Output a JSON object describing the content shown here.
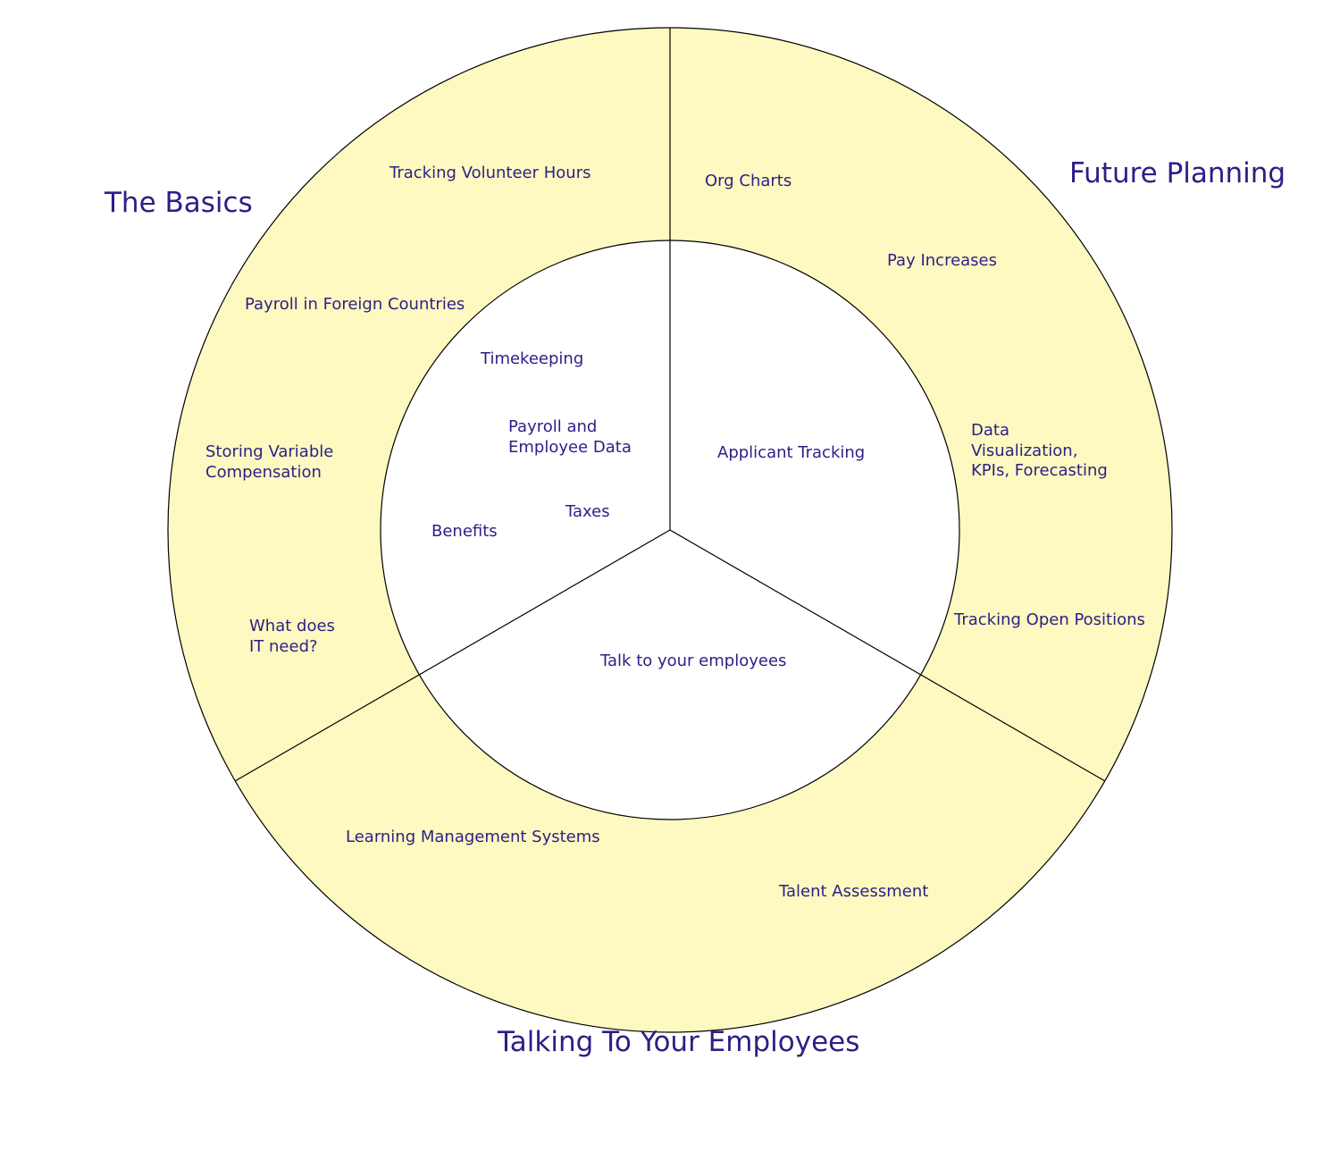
{
  "colors": {
    "ring": "#fef9c0",
    "stroke": "#000000",
    "text": "#2c1f86",
    "center": "#ffffff"
  },
  "sections": {
    "basics": "The Basics",
    "future": "Future Planning",
    "talking": "Talking To Your Employees"
  },
  "outer_items": {
    "tracking_volunteer_hours": "Tracking Volunteer Hours",
    "payroll_foreign": "Payroll in Foreign Countries",
    "storing_variable": "Storing Variable\nCompensation",
    "what_does_it_need": "What does\nIT need?",
    "org_charts": "Org Charts",
    "pay_increases": "Pay Increases",
    "data_visualization": "Data\nVisualization,\nKPIs, Forecasting",
    "tracking_open_positions": "Tracking Open Positions",
    "learning_management": "Learning Management Systems",
    "talent_assessment": "Talent Assessment"
  },
  "inner_items": {
    "timekeeping": "Timekeeping",
    "payroll_employee_data": "Payroll and\nEmployee Data",
    "taxes": "Taxes",
    "benefits": "Benefits",
    "applicant_tracking": "Applicant Tracking",
    "talk_to_employees": "Talk to your employees"
  }
}
